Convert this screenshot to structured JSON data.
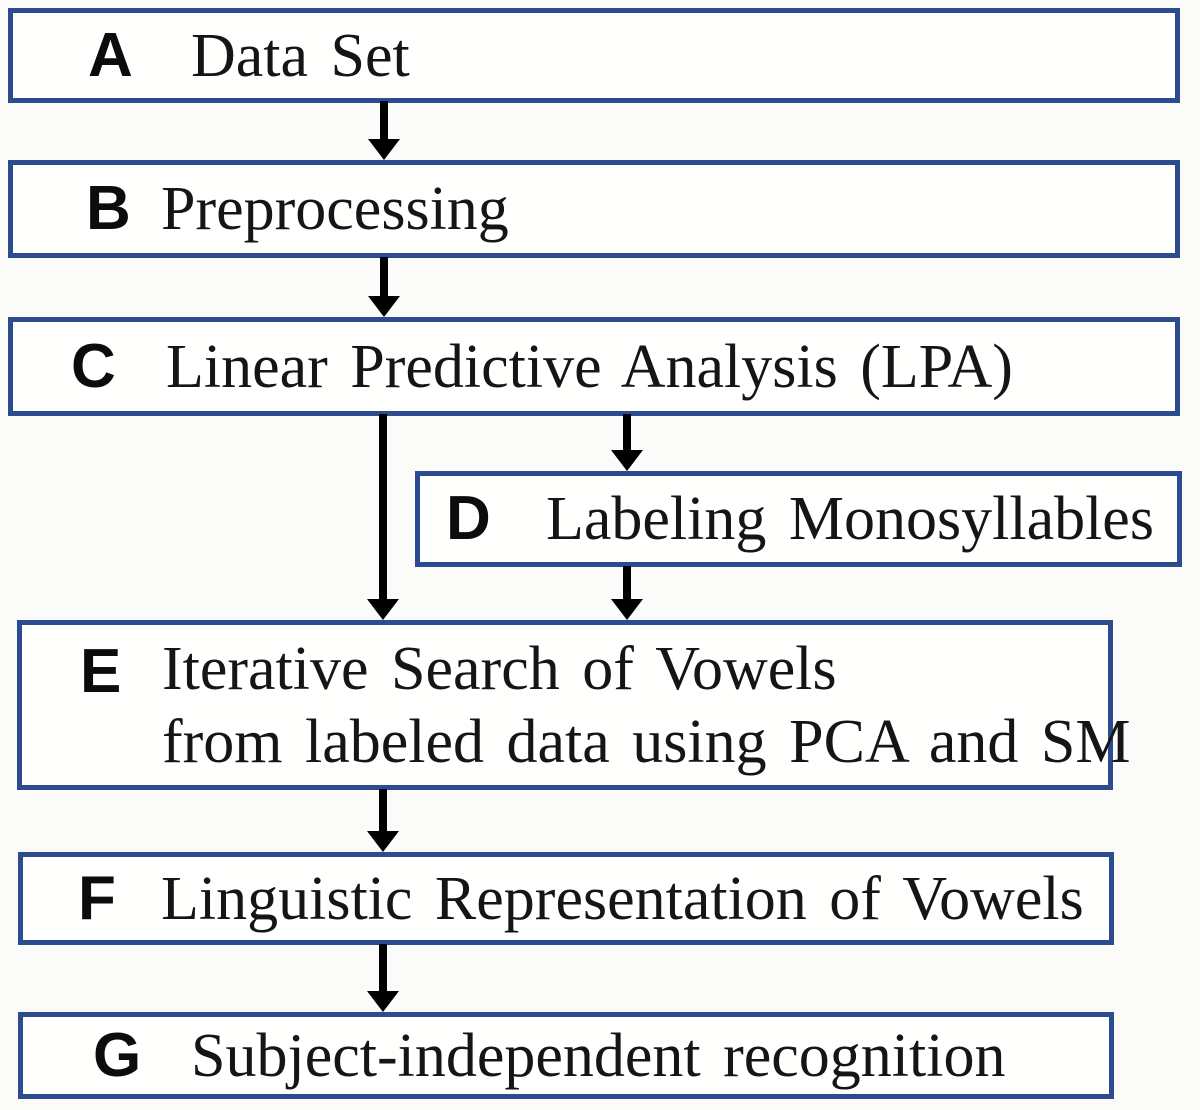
{
  "diagram": {
    "type": "flowchart",
    "colors": {
      "box_border": "#2d4c90",
      "box_fill": "#fffffe",
      "background": "#fbfbf9",
      "arrow": "#000000",
      "text": "#151515"
    },
    "boxes": [
      {
        "label": "A",
        "lines": [
          "Data Set"
        ]
      },
      {
        "label": "B",
        "lines": [
          "Preprocessing"
        ]
      },
      {
        "label": "C",
        "lines": [
          "Linear Predictive Analysis (LPA)"
        ]
      },
      {
        "label": "D",
        "lines": [
          "Labeling Monosyllables"
        ]
      },
      {
        "label": "E",
        "lines": [
          "Iterative Search of Vowels",
          "from labeled data using PCA and SM"
        ]
      },
      {
        "label": "F",
        "lines": [
          "Linguistic Representation of Vowels"
        ]
      },
      {
        "label": "G",
        "lines": [
          "Subject-independent recognition"
        ]
      }
    ],
    "arrows": [
      {
        "from": "A",
        "to": "B"
      },
      {
        "from": "B",
        "to": "C"
      },
      {
        "from": "C",
        "to": "E"
      },
      {
        "from": "C",
        "to": "D"
      },
      {
        "from": "D",
        "to": "E"
      },
      {
        "from": "E",
        "to": "F"
      },
      {
        "from": "F",
        "to": "G"
      }
    ]
  }
}
